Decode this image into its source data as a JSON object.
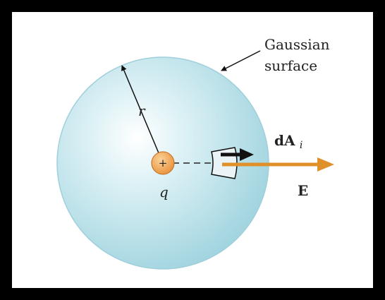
{
  "diagram": {
    "surface_label_line1": "Gaussian",
    "surface_label_line2": "surface",
    "radius_label": "r",
    "charge_sign": "+",
    "charge_label": "q",
    "area_label_base": "dA",
    "area_label_subscript": "i",
    "field_label": "E"
  },
  "colors": {
    "background": "#000000",
    "panel": "#ffffff",
    "sphere_center": "#ffffff",
    "sphere_edge": "#a8d8e2",
    "charge_fill": "#f0a54e",
    "field_arrow": "#e0902a",
    "area_arrow": "#000000"
  }
}
